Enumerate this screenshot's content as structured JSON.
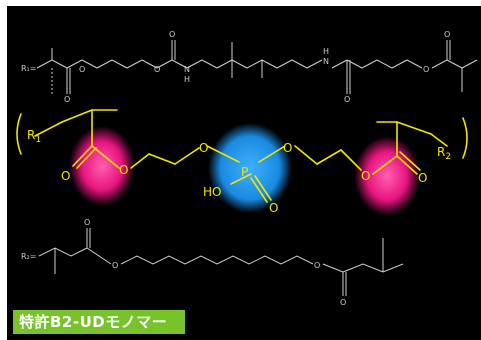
{
  "caption": "特許B2-UDモノマー",
  "top_molecule": {
    "r_label": "R₁=",
    "atoms": {
      "o_ester1": "O",
      "o_ester2": "O",
      "o_ester3": "O",
      "o_carbonyl1": "O",
      "o_carbonyl2": "O",
      "o_carbonyl3": "O",
      "o_carbonyl4": "O",
      "n1": "N",
      "h1": "H",
      "n2": "N",
      "h2": "H"
    }
  },
  "middle_molecule": {
    "r1_label": "R",
    "r1_sub": "1",
    "r2_label": "R",
    "r2_sub": "2",
    "atoms": {
      "o_left_carbonyl": "O",
      "o_left_ester": "O",
      "o_p_left": "O",
      "o_p_right": "O",
      "p": "P",
      "ho": "HO",
      "o_p_double": "O",
      "o_right_ester": "O",
      "o_right_carbonyl": "O"
    },
    "colors": {
      "text": "#f2e600",
      "left_blob": "#ee2b8c",
      "center_blob": "#1e90e0",
      "right_blob": "#ee2b8c"
    }
  },
  "bottom_molecule": {
    "r_label": "R₂=",
    "atoms": {
      "o_carbonyl_left": "O",
      "o_ester_left": "O",
      "o_ester_right": "O",
      "o_carbonyl_right": "O"
    }
  }
}
